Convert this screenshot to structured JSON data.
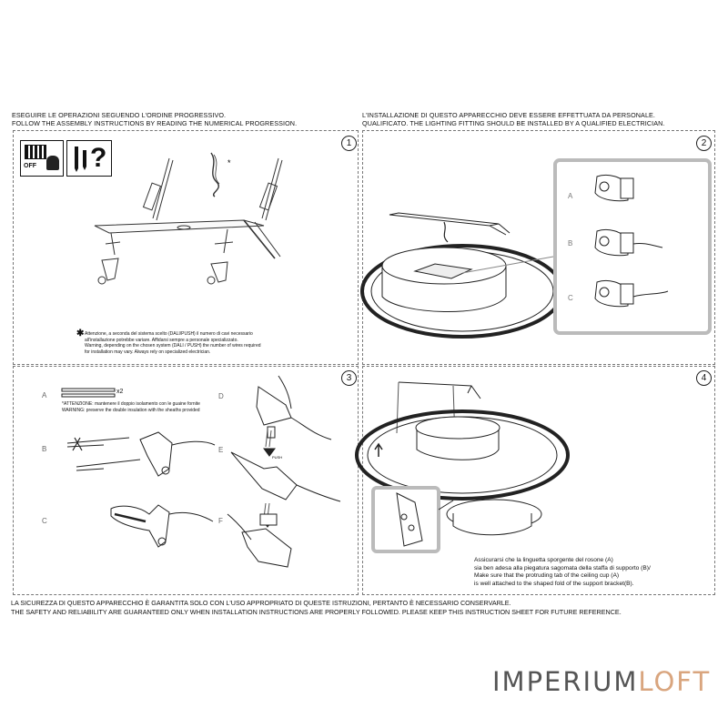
{
  "header": {
    "left": [
      "ESEGUIRE LE OPERAZIONI SEGUENDO L'ORDINE PROGRESSIVO.",
      "FOLLOW THE ASSEMBLY INSTRUCTIONS BY READING THE NUMERICAL PROGRESSION."
    ],
    "right": [
      "L'INSTALLAZIONE DI QUESTO APPARECCHIO DEVE ESSERE EFFETTUATA DA PERSONALE.",
      "QUALIFICATO. THE LIGHTING FITTING SHOULD BE INSTALLED BY A QUALIFIED ELECTRICIAN."
    ]
  },
  "steps": {
    "s1": "1",
    "s2": "2",
    "s3": "3",
    "s4": "4"
  },
  "step1": {
    "switch_label": "OFF",
    "question_mark": "?",
    "asterisk": "*",
    "warning_lines": [
      "Attenzione, a seconda del sistema scelto (DALI/PUSH) il numero di cavi necessario",
      "all'installazione potrebbe variare. Affidarsi sempre a personale specializzato.",
      "Warning, depending on the chosen system (DALI / PUSH) the number of wires required",
      "for installation may vary. Always rely on specialized electrician."
    ]
  },
  "step2": {
    "labels": [
      "A",
      "B",
      "C"
    ]
  },
  "step3": {
    "labels": [
      "A",
      "B",
      "C",
      "D",
      "E",
      "F"
    ],
    "quantity": "x2",
    "sheath_note": [
      "*ATTENZIONE: mantenere il doppio isolamento con le guaine fornite",
      "WARNING: preserve the double insulation with the sheaths provided"
    ],
    "push_label": "PUSH"
  },
  "step4": {
    "note": [
      "Assicurarsi che la linguetta sporgente del rosone (A)",
      "sia ben adesa alla piegatura sagomata della staffa di supporto (B)/",
      "Make sure that the protruding tab of the ceiling cup (A)",
      "is well attached to the shaped fold of the support bracket(B)."
    ]
  },
  "footer": [
    "LA SICUREZZA DI QUESTO APPARECCHIO È GARANTITA SOLO CON L'USO APPROPRIATO DI QUESTE ISTRUZIONI, PERTANTO È NECESSARIO CONSERVARLE.",
    "THE SAFETY AND RELIABILITY ARE GUARANTEED ONLY WHEN INSTALLATION INSTRUCTIONS ARE PROPERLY FOLLOWED. PLEASE KEEP THIS INSTRUCTION SHEET FOR FUTURE REFERENCE."
  ],
  "brand": {
    "part1": "IMPERIUM",
    "part2": "LOFT",
    "color1": "#555555",
    "color2": "#d9a57e"
  }
}
